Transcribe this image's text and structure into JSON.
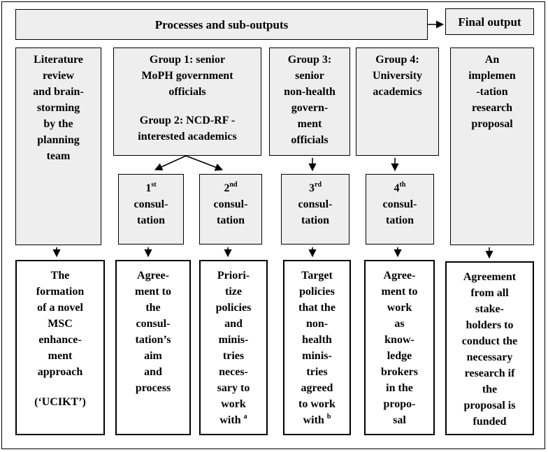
{
  "header": {
    "processes": "Processes and sub-outputs",
    "final": "Final output"
  },
  "inputs": {
    "literature": [
      "Literature",
      "review",
      "and brain-",
      "storming",
      "by the",
      "planning",
      "team"
    ],
    "group12": [
      "Group 1: senior",
      "MoPH government",
      "officials",
      "",
      "Group 2: NCD-RF -",
      "interested academics"
    ],
    "group3": [
      "Group 3:",
      "senior",
      "non-health",
      "govern-",
      "ment",
      "officials"
    ],
    "group4": [
      "Group 4:",
      "University",
      "academics"
    ],
    "proposal": [
      "An",
      "implemen",
      "-tation",
      "research",
      "proposal"
    ]
  },
  "consultations": [
    {
      "ord": "1",
      "sup": "st",
      "l1": "consul-",
      "l2": "tation"
    },
    {
      "ord": "2",
      "sup": "nd",
      "l1": "consul-",
      "l2": "tation"
    },
    {
      "ord": "3",
      "sup": "rd",
      "l1": "consul-",
      "l2": "tation"
    },
    {
      "ord": "4",
      "sup": "th",
      "l1": "consul-",
      "l2": "tation"
    }
  ],
  "outputs": {
    "ucikt": [
      "The",
      "formation",
      "of a novel",
      "MSC",
      "enhance-",
      "ment",
      "approach",
      "",
      "(‘UCIKT’)"
    ],
    "agreement_aim": [
      "Agree-",
      "ment to",
      "the",
      "consul-",
      "tation’s",
      "aim",
      "and",
      "process"
    ],
    "prioritize": [
      "Priori-",
      "tize",
      "policies",
      "and",
      "minis-",
      "tries",
      "neces-",
      "sary to",
      "work",
      "with"
    ],
    "prioritize_sup": "a",
    "target": [
      "Target",
      "policies",
      "that the",
      "non-",
      "health",
      "minis-",
      "tries",
      "agreed",
      "to work",
      "with"
    ],
    "target_sup": "b",
    "brokers": [
      "Agree-",
      "ment to",
      "work",
      "as",
      "know-",
      "ledge",
      "brokers",
      "in the",
      "propo-",
      "sal"
    ],
    "final": [
      "Agreement",
      "from all",
      "stake-",
      "holders to",
      "conduct the",
      "necessary",
      "research  if",
      "the",
      "proposal is",
      "funded"
    ]
  }
}
